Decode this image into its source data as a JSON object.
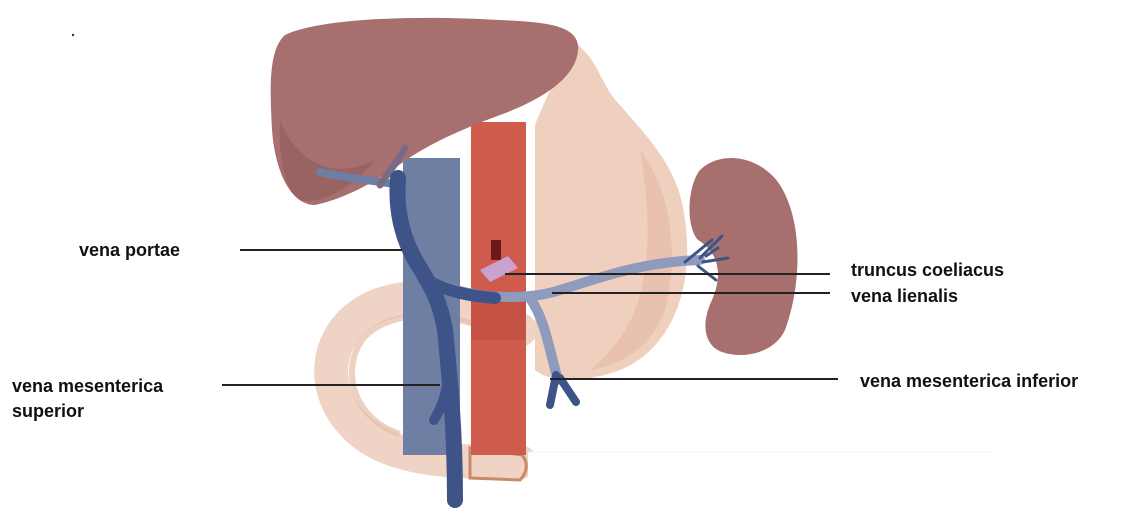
{
  "labels": {
    "vena_portae": "vena portae",
    "vena_mesenterica_superior_line1": "vena mesenterica",
    "vena_mesenterica_superior_line2": "superior",
    "truncus_coeliacus": "truncus coeliacus",
    "vena_lienalis": "vena lienalis",
    "vena_mesenterica_inferior": "vena mesenterica inferior"
  },
  "colors": {
    "liver": "#a86f6f",
    "liver_dark": "#8e5a5a",
    "stomach": "#efcfbe",
    "stomach_dark": "#e3b9a4",
    "duodenum": "#efd3c4",
    "vena_cava": "#6e7fa3",
    "aorta": "#cf5b4c",
    "portal_vein": "#3e5488",
    "portal_vein_light": "#8e9bbd",
    "spleen": "#a86f6f",
    "celiac_trunk": "#c9a2d0",
    "leader_line": "#222222"
  }
}
